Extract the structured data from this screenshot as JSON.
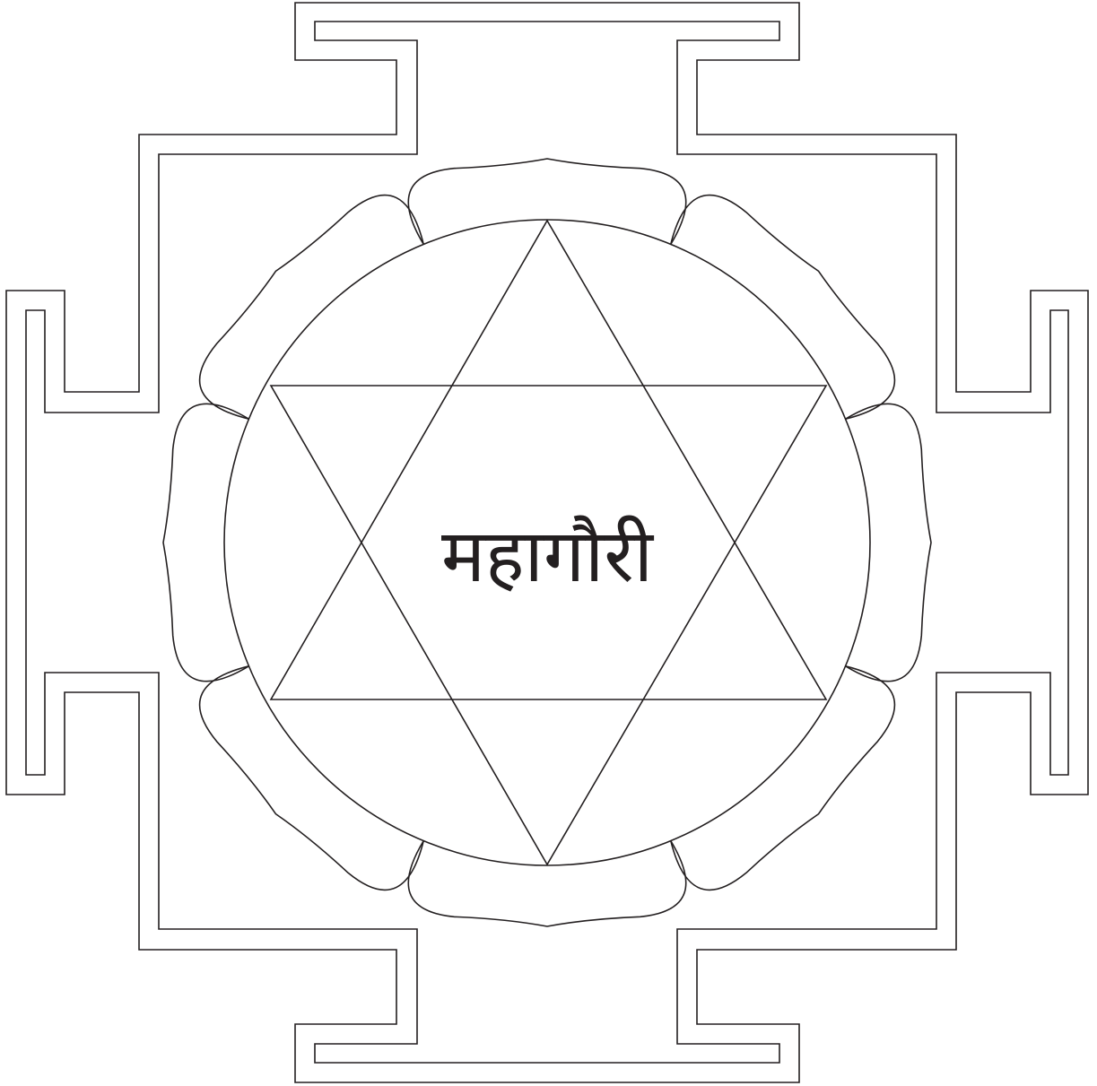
{
  "diagram": {
    "center_label": "महागौरी",
    "stroke_color": "#231f20",
    "background_color": "#ffffff",
    "elements": [
      "bhupura-outer-outline",
      "bhupura-inner-outline",
      "lotus-petals",
      "circle",
      "upward-triangle",
      "downward-triangle"
    ],
    "petal_count": 8
  }
}
